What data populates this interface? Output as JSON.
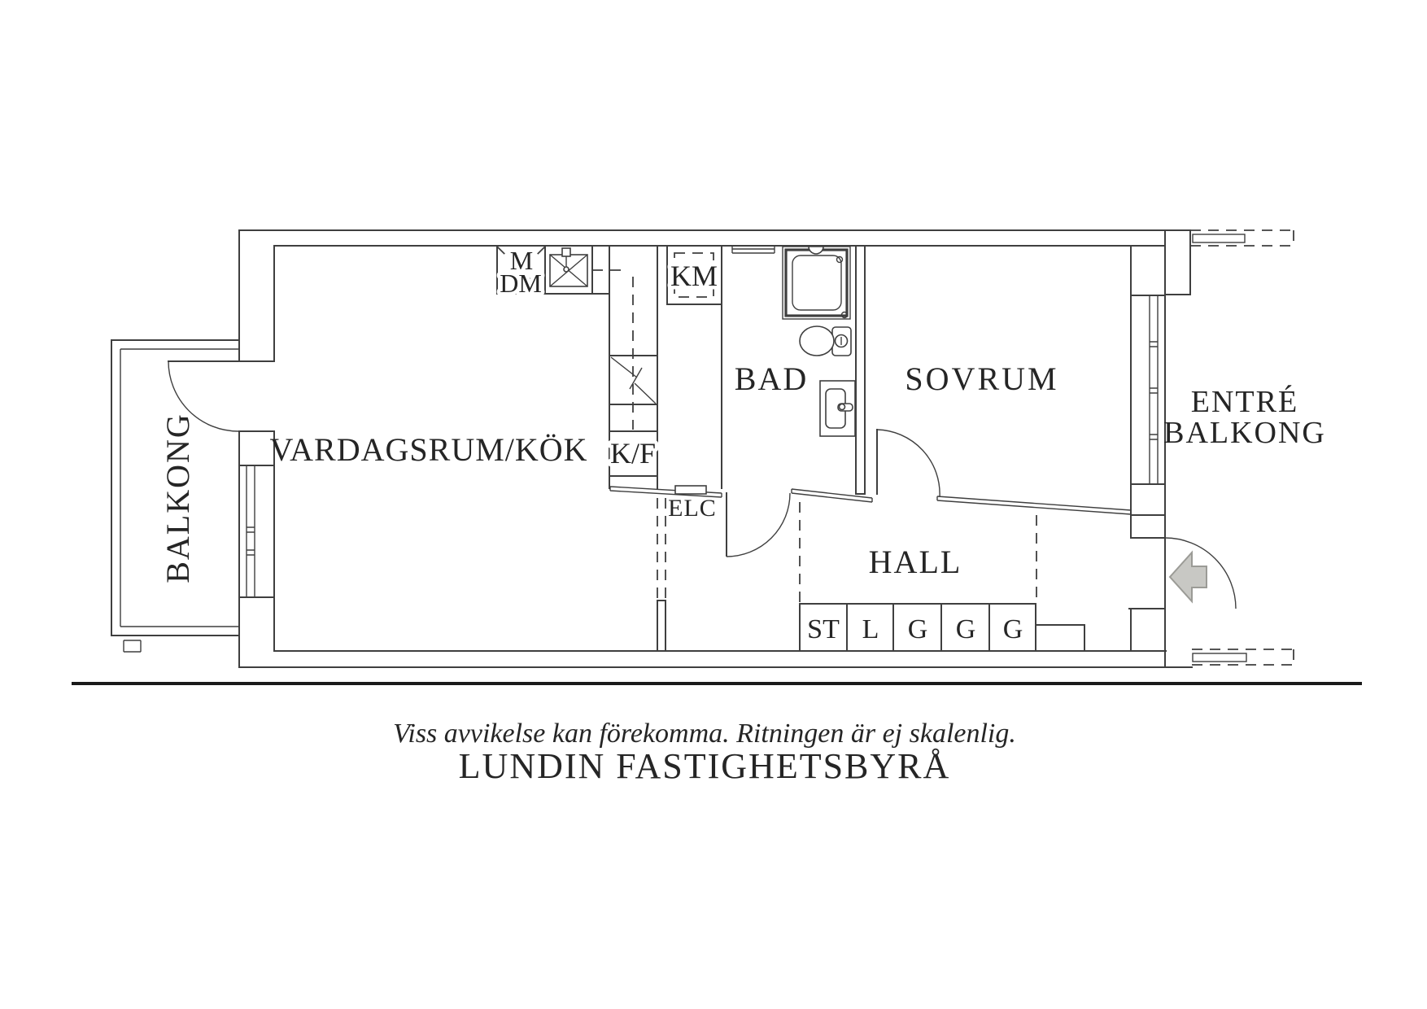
{
  "colors": {
    "line": "#3f3f3f",
    "text": "#252525",
    "arrow_fill": "#c8c8c4",
    "arrow_stroke": "#9b9b96",
    "separator": "#1a1a1a"
  },
  "rooms": {
    "balkong": "BALKONG",
    "vardagsrum_kok": "VARDAGSRUM/KÖK",
    "bad": "BAD",
    "sovrum": "SOVRUM",
    "hall": "HALL",
    "entre_line1": "ENTRÉ",
    "entre_line2": "BALKONG"
  },
  "appliances": {
    "micro": "M",
    "dishwasher": "DM",
    "washing_machine": "KM",
    "fridge_freezer": "K/F",
    "electrical_cabinet": "ELC"
  },
  "closets": {
    "cells": [
      "ST",
      "L",
      "G",
      "G",
      "G"
    ]
  },
  "fixtures": [
    "shower",
    "toilet",
    "washbasin",
    "kitchen-sink",
    "entry-arrow"
  ],
  "entry_arrow": {
    "direction": "left"
  },
  "footer": {
    "disclaimer": "Viss avvikelse kan förekomma. Ritningen är ej skalenlig.",
    "brand": "LUNDIN FASTIGHETSBYRÅ"
  }
}
